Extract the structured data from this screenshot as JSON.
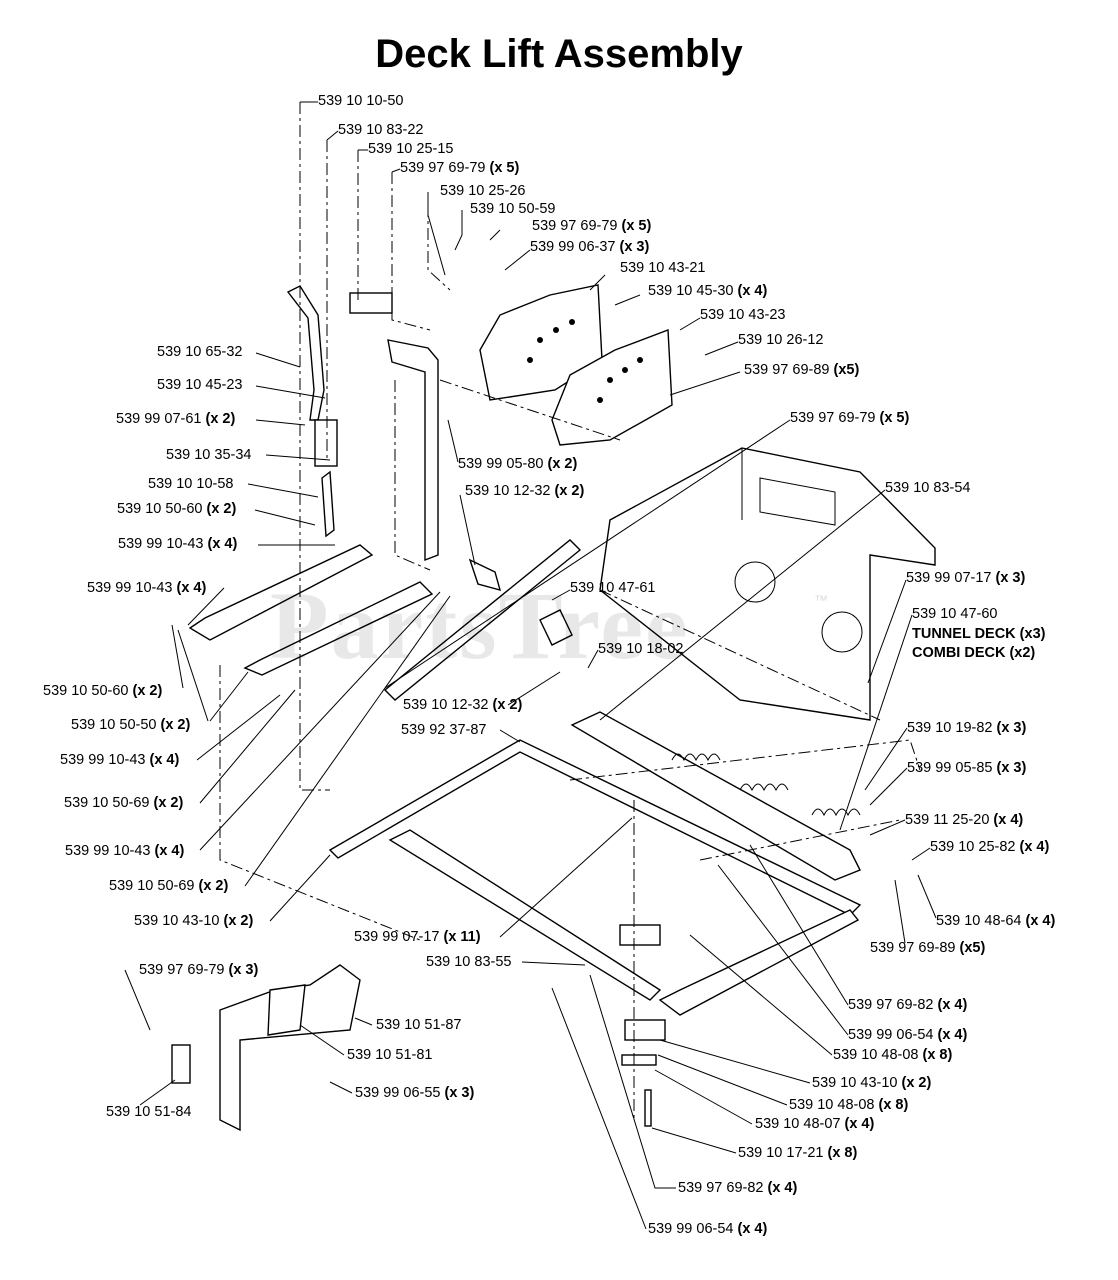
{
  "title": "Deck Lift Assembly",
  "watermark": "PartsTree",
  "watermark_mark": "™",
  "parts": [
    {
      "id": "p1",
      "part": "539 10 10-50",
      "qty": ""
    },
    {
      "id": "p2",
      "part": "539 10 83-22",
      "qty": ""
    },
    {
      "id": "p3",
      "part": "539 10 25-15",
      "qty": ""
    },
    {
      "id": "p4",
      "part": "539 97 69-79",
      "qty": "(x 5)"
    },
    {
      "id": "p5",
      "part": "539 10 25-26",
      "qty": ""
    },
    {
      "id": "p6",
      "part": "539 10 50-59",
      "qty": ""
    },
    {
      "id": "p7",
      "part": "539 97 69-79",
      "qty": "(x 5)"
    },
    {
      "id": "p8",
      "part": "539 99 06-37",
      "qty": "(x 3)"
    },
    {
      "id": "p9",
      "part": "539 10 43-21",
      "qty": ""
    },
    {
      "id": "p10",
      "part": "539 10 45-30",
      "qty": "(x 4)"
    },
    {
      "id": "p11",
      "part": "539 10 43-23",
      "qty": ""
    },
    {
      "id": "p12",
      "part": "539 10 26-12",
      "qty": ""
    },
    {
      "id": "p13",
      "part": "539 10 65-32",
      "qty": ""
    },
    {
      "id": "p14",
      "part": "539 97 69-89",
      "qty": "(x5)"
    },
    {
      "id": "p15",
      "part": "539 10 45-23",
      "qty": ""
    },
    {
      "id": "p16",
      "part": "539 97 69-79",
      "qty": "(x 5)"
    },
    {
      "id": "p17",
      "part": "539 99 07-61",
      "qty": "(x 2)"
    },
    {
      "id": "p18",
      "part": "539 10 35-34",
      "qty": ""
    },
    {
      "id": "p19",
      "part": "539 99 05-80",
      "qty": "(x 2)"
    },
    {
      "id": "p20",
      "part": "539 10 10-58",
      "qty": ""
    },
    {
      "id": "p21",
      "part": "539 10 12-32",
      "qty": "(x 2)"
    },
    {
      "id": "p22",
      "part": "539 10 83-54",
      "qty": ""
    },
    {
      "id": "p23",
      "part": "539 10 50-60",
      "qty": "(x 2)"
    },
    {
      "id": "p24",
      "part": "539 99 10-43",
      "qty": "(x 4)"
    },
    {
      "id": "p25",
      "part": "539 99 07-17",
      "qty": "(x 3)"
    },
    {
      "id": "p26",
      "part": "539 10 47-61",
      "qty": ""
    },
    {
      "id": "p27",
      "part": "539 99 10-43",
      "qty": "(x 4)"
    },
    {
      "id": "p28",
      "part": "539 10 47-60",
      "qty": ""
    },
    {
      "id": "p29",
      "part": "539 10 18-02",
      "qty": ""
    },
    {
      "id": "p30",
      "part": "539 10 50-60",
      "qty": "(x 2)"
    },
    {
      "id": "p31",
      "part": "539 10 12-32",
      "qty": "(x 2)"
    },
    {
      "id": "p32",
      "part": "539 10 50-50",
      "qty": "(x 2)"
    },
    {
      "id": "p33",
      "part": "539 92 37-87",
      "qty": ""
    },
    {
      "id": "p34",
      "part": "539 10 19-82",
      "qty": "(x 3)"
    },
    {
      "id": "p35",
      "part": "539 99 10-43",
      "qty": "(x 4)"
    },
    {
      "id": "p36",
      "part": "539 99 05-85",
      "qty": "(x 3)"
    },
    {
      "id": "p37",
      "part": "539 10 50-69",
      "qty": "(x 2)"
    },
    {
      "id": "p38",
      "part": "539 11 25-20",
      "qty": "(x 4)"
    },
    {
      "id": "p39",
      "part": "539 10 25-82",
      "qty": "(x 4)"
    },
    {
      "id": "p40",
      "part": "539 99 10-43",
      "qty": "(x 4)"
    },
    {
      "id": "p41",
      "part": "539 10 50-69",
      "qty": "(x 2)"
    },
    {
      "id": "p42",
      "part": "539 10 48-64",
      "qty": "(x 4)"
    },
    {
      "id": "p43",
      "part": "539 10 43-10",
      "qty": "(x 2)"
    },
    {
      "id": "p44",
      "part": "539 99 07-17",
      "qty": "(x 11)"
    },
    {
      "id": "p45",
      "part": "539 97 69-89",
      "qty": "(x5)"
    },
    {
      "id": "p46",
      "part": "539 10 83-55",
      "qty": ""
    },
    {
      "id": "p47",
      "part": "539 97 69-79",
      "qty": "(x 3)"
    },
    {
      "id": "p48",
      "part": "539 97 69-82",
      "qty": "(x 4)"
    },
    {
      "id": "p49",
      "part": "539 10 51-87",
      "qty": ""
    },
    {
      "id": "p50",
      "part": "539 99 06-54",
      "qty": "(x 4)"
    },
    {
      "id": "p51",
      "part": "539 10 51-81",
      "qty": ""
    },
    {
      "id": "p52",
      "part": "539 10 48-08",
      "qty": "(x 8)"
    },
    {
      "id": "p53",
      "part": "539 99 06-55",
      "qty": "(x 3)"
    },
    {
      "id": "p54",
      "part": "539 10 43-10",
      "qty": "(x 2)"
    },
    {
      "id": "p55",
      "part": "539 10 51-84",
      "qty": ""
    },
    {
      "id": "p56",
      "part": "539 10 48-08",
      "qty": "(x 8)"
    },
    {
      "id": "p57",
      "part": "539 10 48-07",
      "qty": "(x 4)"
    },
    {
      "id": "p58",
      "part": "539 10 17-21",
      "qty": "(x 8)"
    },
    {
      "id": "p59",
      "part": "539 97 69-82",
      "qty": "(x 4)"
    },
    {
      "id": "p60",
      "part": "539 99 06-54",
      "qty": "(x 4)"
    }
  ],
  "notes": {
    "tunnel_deck": "TUNNEL DECK (x3)",
    "combi_deck": "COMBI DECK (x2)"
  }
}
